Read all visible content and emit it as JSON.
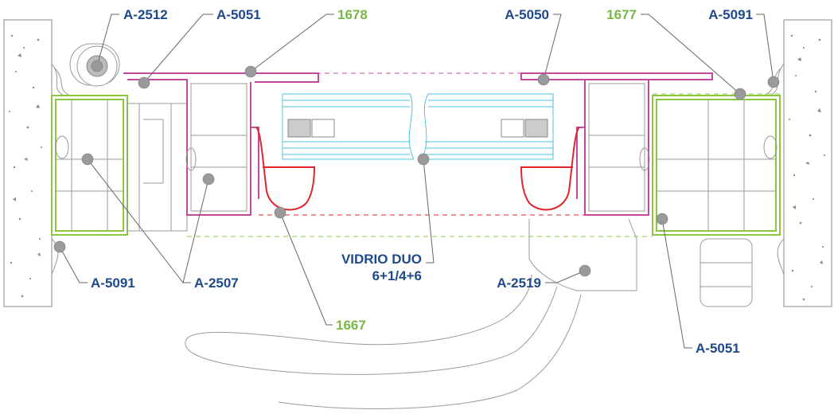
{
  "labels": {
    "a2512": "A-2512",
    "a5051_top": "A-5051",
    "c1678": "1678",
    "a5050": "A-5050",
    "c1677": "1677",
    "a5091_top": "A-5091",
    "a5091_bottom": "A-5091",
    "a2507": "A-2507",
    "c1667": "1667",
    "vidrio_line1": "VIDRIO DUO",
    "vidrio_line2": "6+1/4+6",
    "a2519": "A-2519",
    "a5051_bottom": "A-5051"
  },
  "colors": {
    "label_blue": "#1f4a8a",
    "label_green": "#7ab648",
    "profile_pink": "#c24a9c",
    "profile_green": "#8cc63f",
    "profile_red": "#e0262c",
    "glass_blue": "#4fc3e6"
  }
}
